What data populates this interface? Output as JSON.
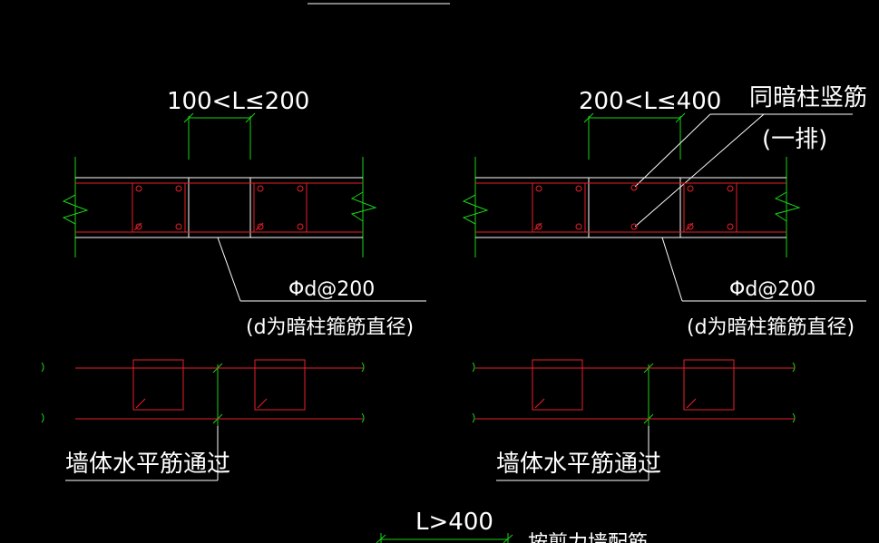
{
  "colors": {
    "background": "#000000",
    "wall_line": "#ffffff",
    "rebar": "#e8202a",
    "dimension": "#19d219",
    "text": "#ffffff"
  },
  "panel_left": {
    "dim_label": "100<L≤200",
    "stirrup_label": "Φd@200",
    "stirrup_note": "(d为暗柱箍筋直径)",
    "horizontal_note": "墙体水平筋通过"
  },
  "panel_right": {
    "dim_label": "200<L≤400",
    "vertical_label_line1": "同暗柱竖筋",
    "vertical_label_line2": "(一排)",
    "stirrup_label": "Φd@200",
    "stirrup_note": "(d为暗柱箍筋直径)",
    "horizontal_note": "墙体水平筋通过"
  },
  "panel_bottom": {
    "dim_label": "L>400",
    "partial_note": "按剪力墙配筋"
  }
}
